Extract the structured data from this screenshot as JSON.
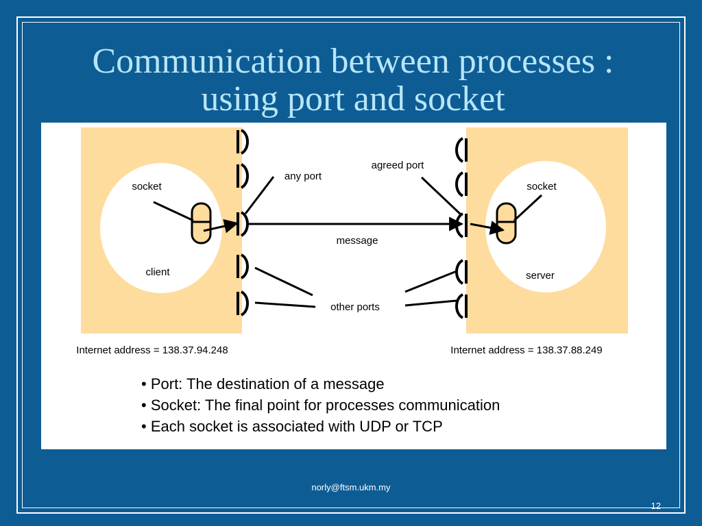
{
  "slide": {
    "title_line1": "Communication between processes :",
    "title_line2": "using port and socket",
    "footer_email": "norly@ftsm.ukm.my",
    "slide_number": "12"
  },
  "diagram": {
    "client_host": {
      "process_label": "client",
      "socket_label": "socket",
      "address": "Internet address = 138.37.94.248"
    },
    "server_host": {
      "process_label": "server",
      "socket_label": "socket",
      "address": "Internet address = 138.37.88.249"
    },
    "labels": {
      "any_port": "any port",
      "agreed_port": "agreed port",
      "message": "message",
      "other_ports": "other ports"
    }
  },
  "bullets": [
    "Port: The destination of a message",
    "Socket: The final point for processes communication",
    "Each socket is associated with UDP or TCP"
  ],
  "colors": {
    "background": "#0e5c94",
    "title": "#b7e6f8",
    "host_fill": "#fddc9e",
    "panel": "#ffffff"
  }
}
